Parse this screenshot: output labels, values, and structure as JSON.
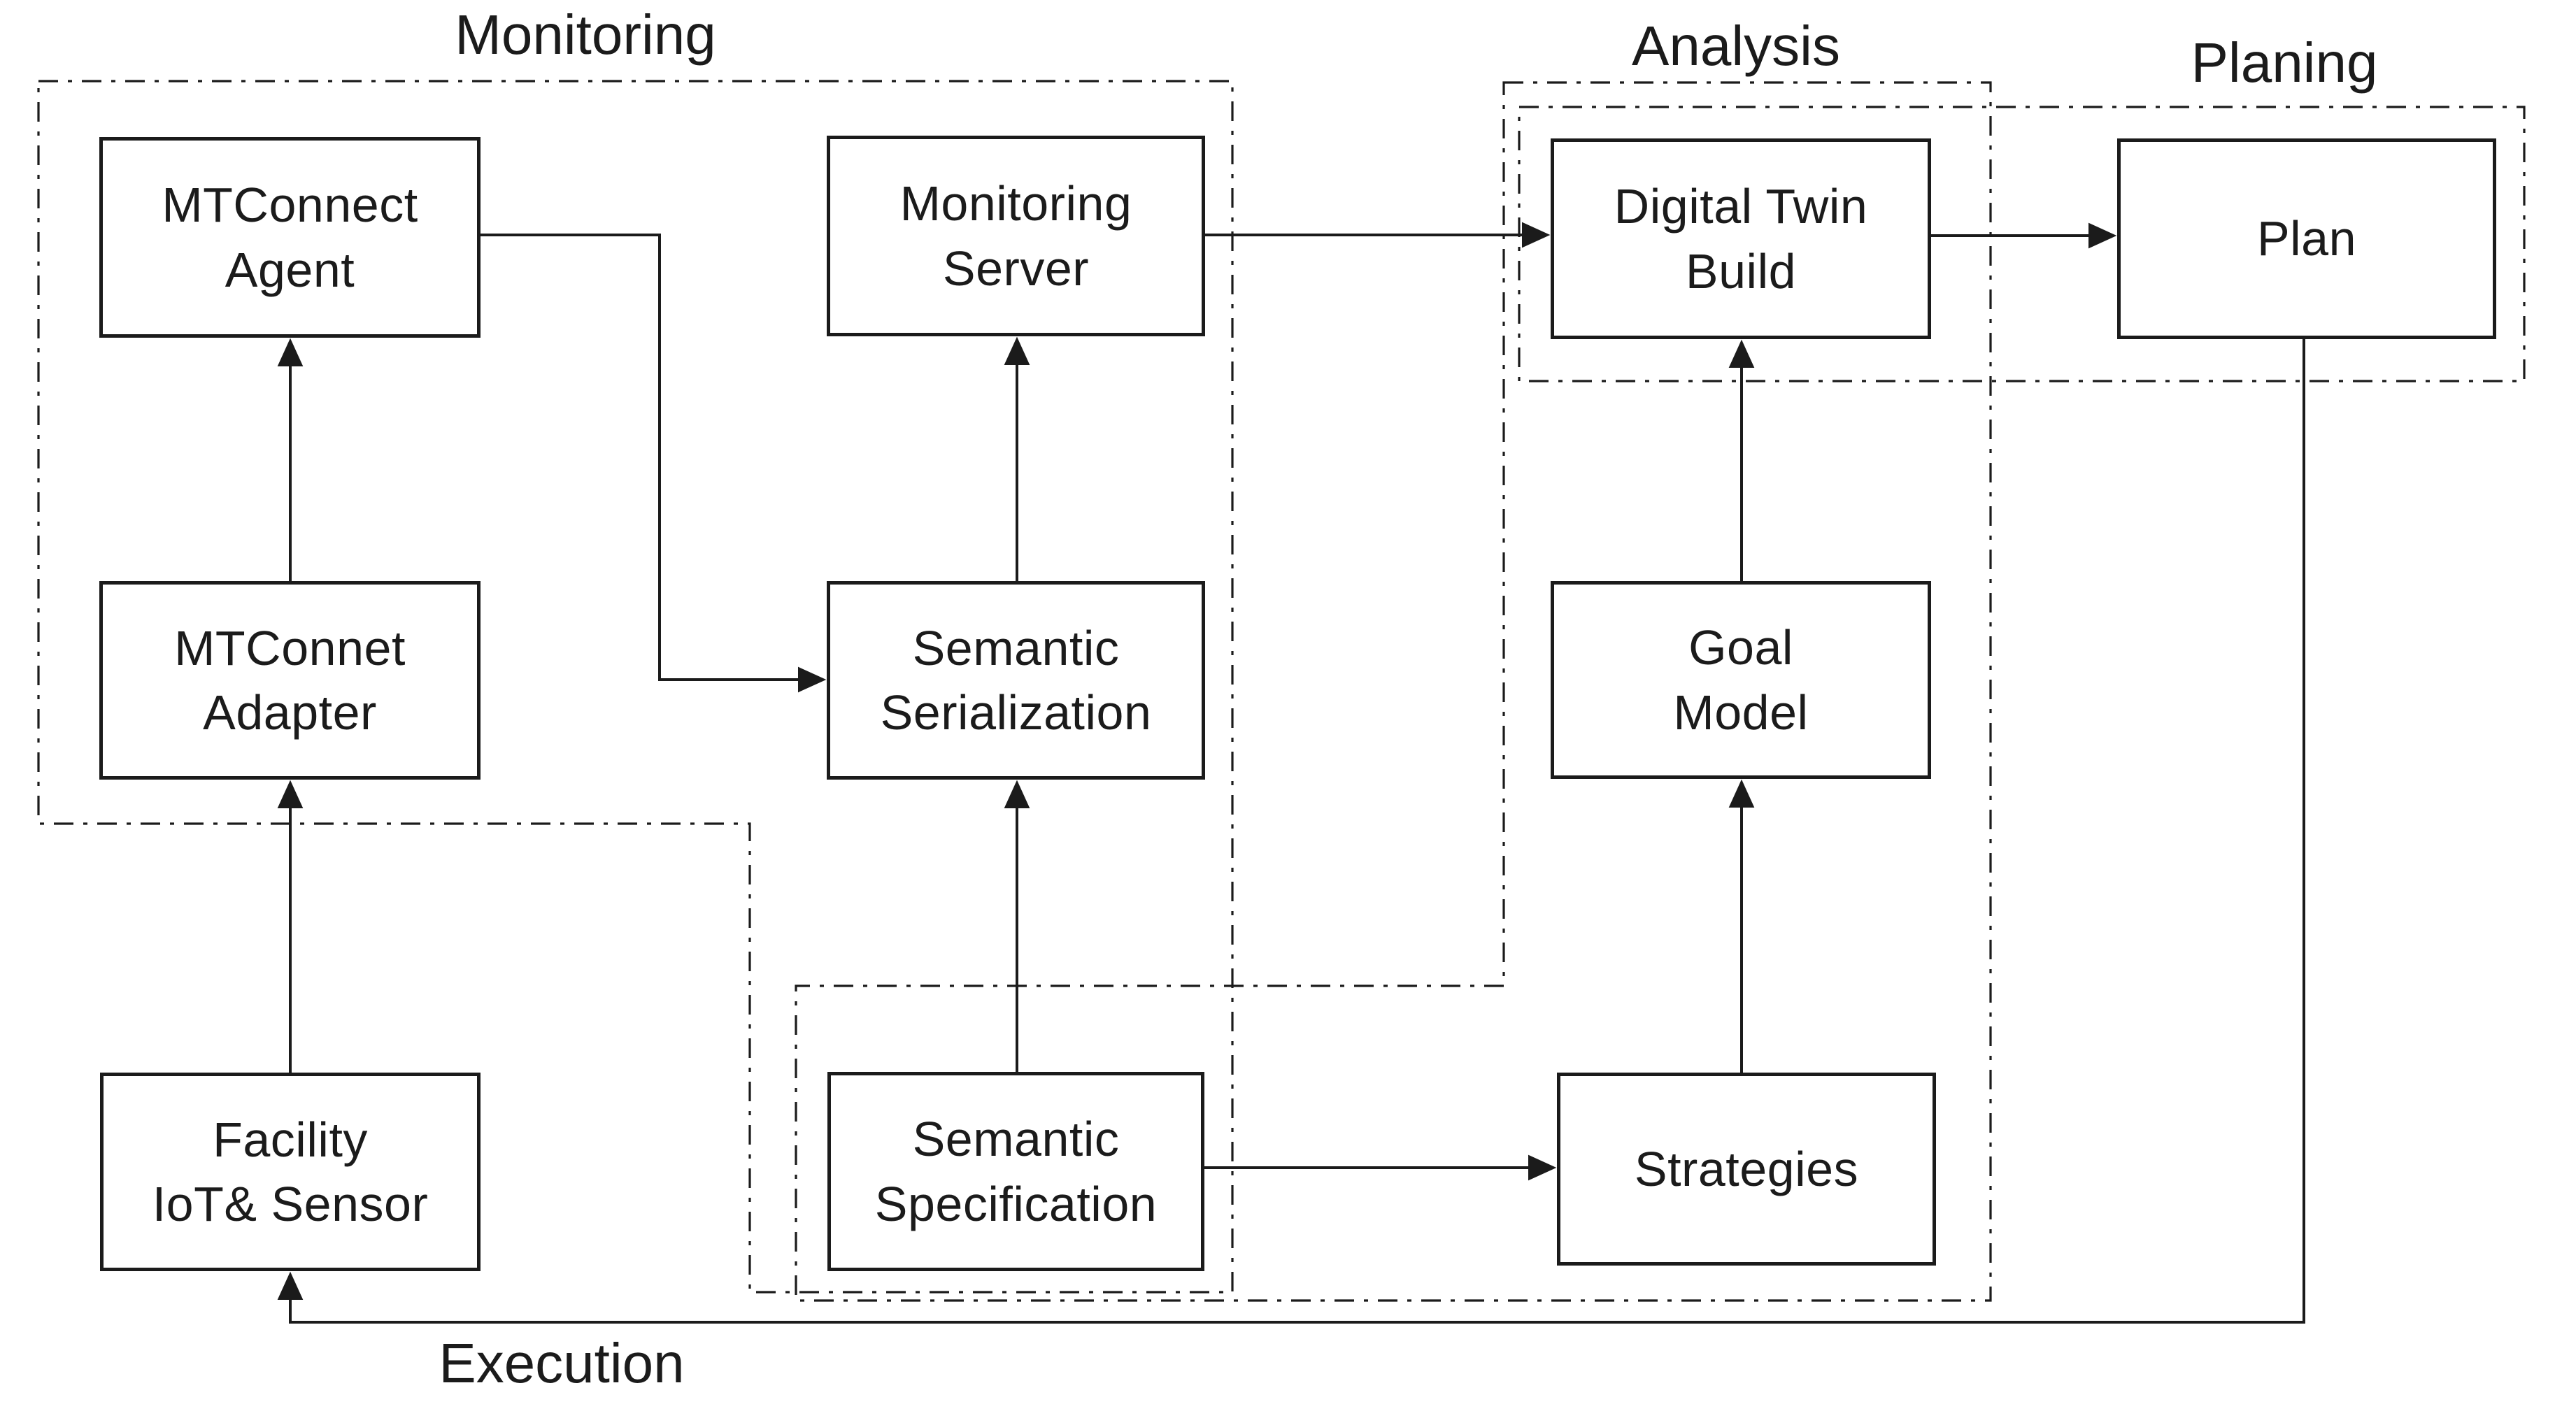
{
  "colors": {
    "line": "#1b1b1b",
    "background": "#ffffff"
  },
  "regions": {
    "monitoring": {
      "label": "Monitoring"
    },
    "analysis": {
      "label": "Analysis"
    },
    "planing": {
      "label": "Planing"
    },
    "execution": {
      "label": "Execution"
    }
  },
  "nodes": {
    "mtconnect_agent": {
      "label": "MTConnect\nAgent"
    },
    "monitoring_server": {
      "label": "Monitoring\nServer"
    },
    "digital_twin_build": {
      "label": "Digital Twin\nBuild"
    },
    "plan": {
      "label": "Plan"
    },
    "mtconnet_adapter": {
      "label": "MTConnet\nAdapter"
    },
    "semantic_serialization": {
      "label": "Semantic\nSerialization"
    },
    "goal_model": {
      "label": "Goal\nModel"
    },
    "facility_iot_sensor": {
      "label": "Facility\nIoT& Sensor"
    },
    "semantic_specification": {
      "label": "Semantic\nSpecification"
    },
    "strategies": {
      "label": "Strategies"
    }
  },
  "edges": [
    {
      "from": "facility_iot_sensor",
      "to": "mtconnet_adapter"
    },
    {
      "from": "mtconnet_adapter",
      "to": "mtconnect_agent"
    },
    {
      "from": "mtconnect_agent",
      "to": "semantic_serialization"
    },
    {
      "from": "semantic_serialization",
      "to": "monitoring_server"
    },
    {
      "from": "monitoring_server",
      "to": "digital_twin_build"
    },
    {
      "from": "digital_twin_build",
      "to": "plan"
    },
    {
      "from": "semantic_specification",
      "to": "semantic_serialization"
    },
    {
      "from": "semantic_specification",
      "to": "strategies"
    },
    {
      "from": "strategies",
      "to": "goal_model"
    },
    {
      "from": "goal_model",
      "to": "digital_twin_build"
    },
    {
      "from": "plan",
      "to": "facility_iot_sensor",
      "label": "Execution"
    }
  ]
}
